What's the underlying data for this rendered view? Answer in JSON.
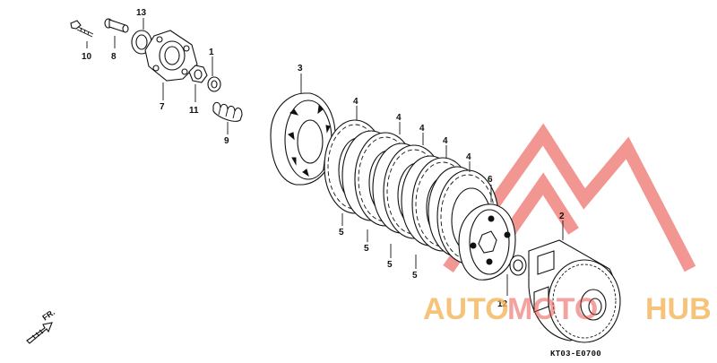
{
  "parts": [
    {
      "number": "1"
    },
    {
      "number": "2"
    },
    {
      "number": "3"
    },
    {
      "number": "4"
    },
    {
      "number": "4"
    },
    {
      "number": "4"
    },
    {
      "number": "4"
    },
    {
      "number": "4"
    },
    {
      "number": "5"
    },
    {
      "number": "5"
    },
    {
      "number": "5"
    },
    {
      "number": "5"
    },
    {
      "number": "6"
    },
    {
      "number": "7"
    },
    {
      "number": "8"
    },
    {
      "number": "9"
    },
    {
      "number": "10"
    },
    {
      "number": "11"
    },
    {
      "number": "12"
    },
    {
      "number": "13"
    }
  ],
  "diagram_code": "KT03-E0700",
  "direction_label": "FR.",
  "watermark": {
    "text_primary": "AUTO",
    "text_secondary": "MOTO",
    "text_tertiary": "HUB",
    "primary_color": "#f5b55a",
    "accent_color": "#e8423a"
  }
}
